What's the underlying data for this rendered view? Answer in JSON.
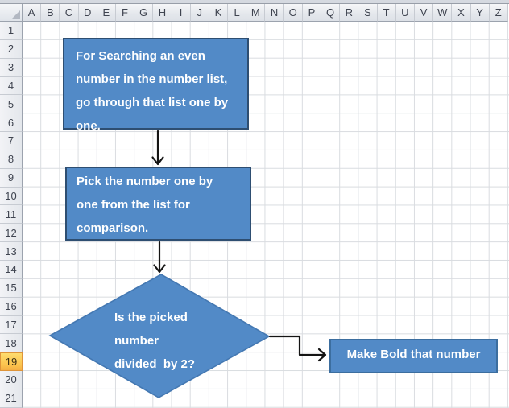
{
  "sheet": {
    "columns": [
      "A",
      "B",
      "C",
      "D",
      "E",
      "F",
      "G",
      "H",
      "I",
      "J",
      "K",
      "L",
      "M",
      "N",
      "O",
      "P",
      "Q",
      "R",
      "S",
      "T",
      "U",
      "V",
      "W",
      "X",
      "Y",
      "Z"
    ],
    "rows": [
      "1",
      "2",
      "3",
      "4",
      "5",
      "6",
      "7",
      "8",
      "9",
      "10",
      "11",
      "12",
      "13",
      "14",
      "15",
      "16",
      "17",
      "18",
      "19",
      "20",
      "21"
    ],
    "selected_row": "19"
  },
  "flowchart": {
    "step1": {
      "lines": [
        "For Searching an even",
        "number in the number list,",
        "go through that list one by",
        "one."
      ]
    },
    "step2": {
      "lines": [
        "Pick the number one by",
        "one from the list for",
        "comparison."
      ]
    },
    "decision": {
      "lines": [
        "Is the picked",
        "number",
        "divided  by 2?"
      ]
    },
    "result": {
      "label": "Make Bold that number"
    }
  },
  "colors": {
    "shape_fill": "#528AC7",
    "process_border": "#2E4E71",
    "result_border": "#3C6E9F",
    "decision_border": "#4478B2",
    "arrow": "#141414",
    "selected_row_highlight": "#FBC34D",
    "gridline": "#D9DCE0"
  }
}
